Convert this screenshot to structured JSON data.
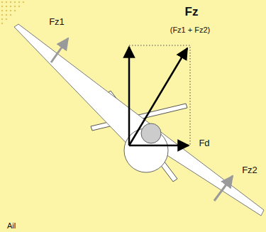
{
  "diagram": {
    "labels": [
      "Fz",
      "(Fz1 + Fz2)",
      "Fz1",
      "Fd",
      "Fz2",
      "Ail"
    ]
  }
}
